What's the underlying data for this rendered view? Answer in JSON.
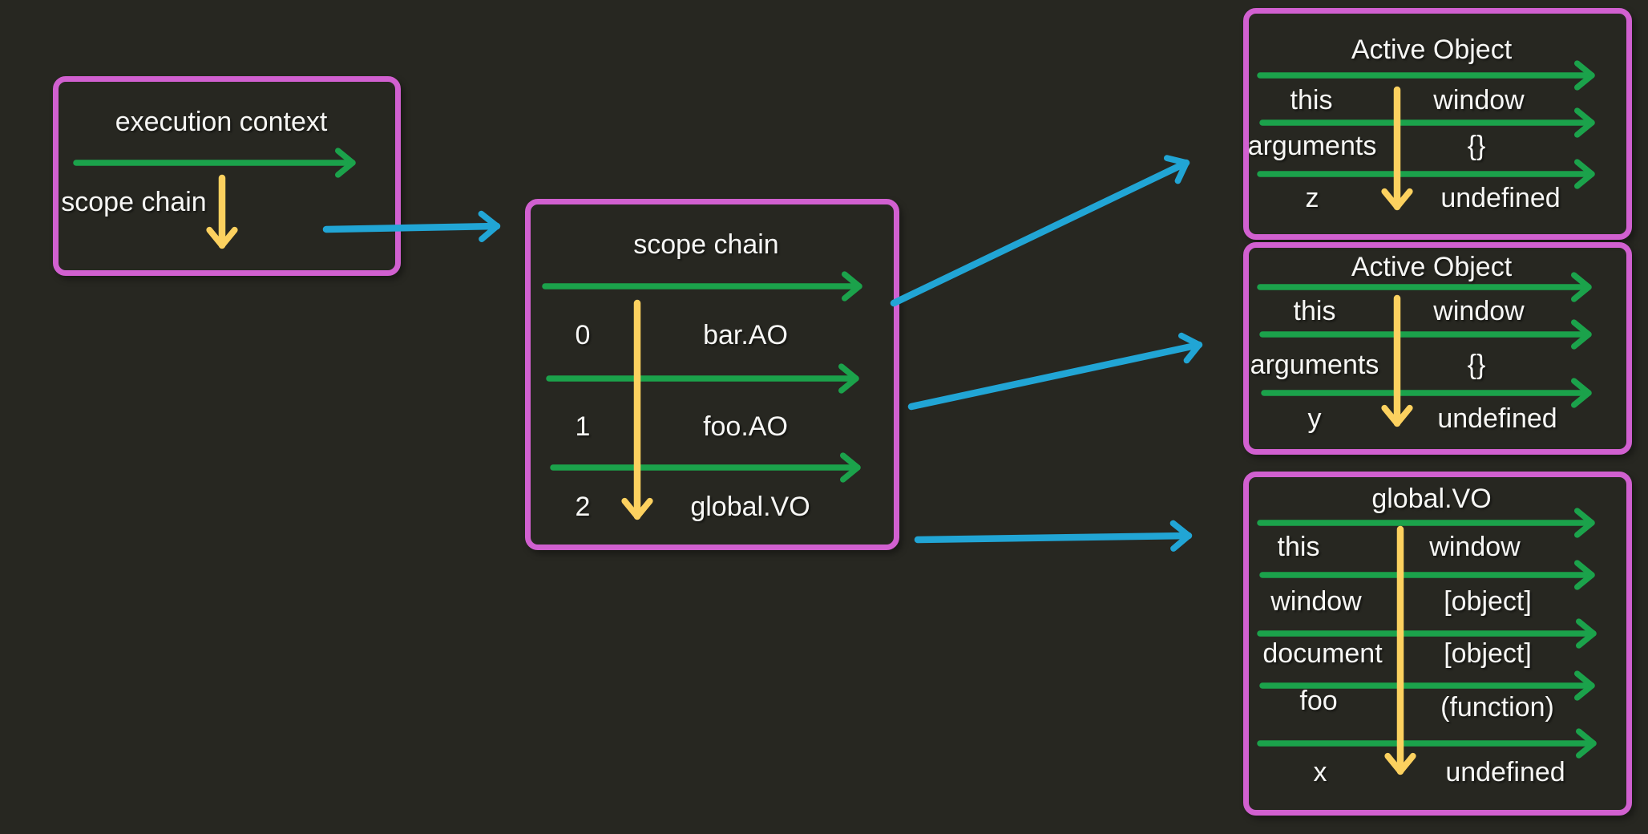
{
  "colors": {
    "background": "#272721",
    "border": "#d160d0",
    "green": "#1ba24b",
    "yellow": "#fcd15f",
    "blue": "#21a5d5",
    "text": "#f7f7f5"
  },
  "boxes": {
    "execution_context": {
      "title": "execution context",
      "rows": [
        {
          "key": "scope chain"
        }
      ]
    },
    "scope_chain": {
      "title": "scope chain",
      "rows": [
        {
          "index": "0",
          "value": "bar.AO"
        },
        {
          "index": "1",
          "value": "foo.AO"
        },
        {
          "index": "2",
          "value": "global.VO"
        }
      ]
    },
    "active_object_bar": {
      "title": "Active Object",
      "rows": [
        {
          "key": "this",
          "value": "window"
        },
        {
          "key": "arguments",
          "value": "{}"
        },
        {
          "key": "z",
          "value": "undefined"
        }
      ]
    },
    "active_object_foo": {
      "title": "Active Object",
      "rows": [
        {
          "key": "this",
          "value": "window"
        },
        {
          "key": "arguments",
          "value": "{}"
        },
        {
          "key": "y",
          "value": "undefined"
        }
      ]
    },
    "global_vo": {
      "title": "global.VO",
      "rows": [
        {
          "key": "this",
          "value": "window"
        },
        {
          "key": "window",
          "value": "[object]"
        },
        {
          "key": "document",
          "value": "[object]"
        },
        {
          "key": "foo",
          "value": "(function)"
        },
        {
          "key": "x",
          "value": "undefined"
        }
      ]
    }
  }
}
